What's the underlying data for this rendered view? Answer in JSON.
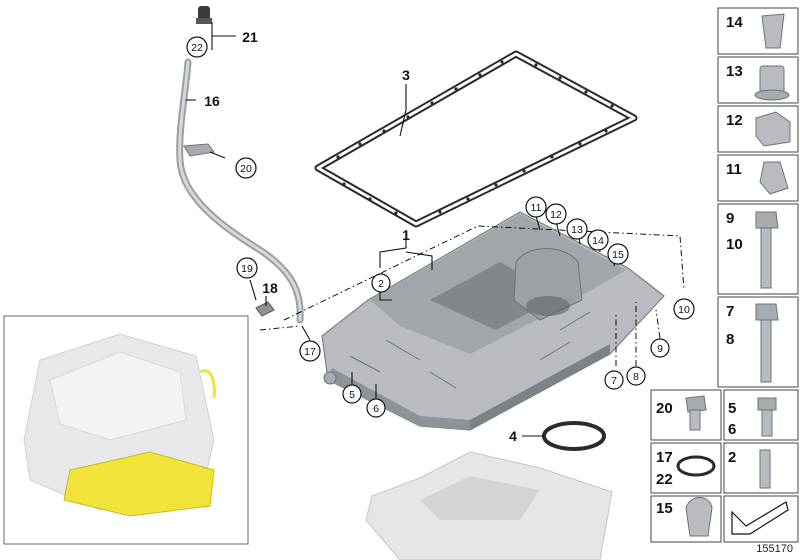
{
  "diagram": {
    "image_id": "155170",
    "colors": {
      "part_gray": "#b8bcc0",
      "part_dark": "#8e9398",
      "highlight_yellow": "#f2e33a",
      "gasket": "#2a2a2a"
    },
    "main_callouts": [
      {
        "num": "1",
        "style": "plain"
      },
      {
        "num": "2",
        "style": "circle"
      },
      {
        "num": "3",
        "style": "plain"
      },
      {
        "num": "4",
        "style": "plain"
      },
      {
        "num": "5",
        "style": "circle"
      },
      {
        "num": "6",
        "style": "circle"
      },
      {
        "num": "7",
        "style": "circle"
      },
      {
        "num": "8",
        "style": "circle"
      },
      {
        "num": "9",
        "style": "circle"
      },
      {
        "num": "10",
        "style": "circle"
      },
      {
        "num": "11",
        "style": "circle"
      },
      {
        "num": "12",
        "style": "circle"
      },
      {
        "num": "13",
        "style": "circle"
      },
      {
        "num": "14",
        "style": "circle"
      },
      {
        "num": "15",
        "style": "circle"
      },
      {
        "num": "16",
        "style": "plain"
      },
      {
        "num": "17",
        "style": "circle"
      },
      {
        "num": "18",
        "style": "plain"
      },
      {
        "num": "19",
        "style": "circle"
      },
      {
        "num": "20",
        "style": "circle"
      },
      {
        "num": "21",
        "style": "plain"
      },
      {
        "num": "22",
        "style": "circle"
      }
    ],
    "legend_panels": [
      {
        "labels": [
          "14"
        ],
        "part": "sleeve-short"
      },
      {
        "labels": [
          "13"
        ],
        "part": "bushing"
      },
      {
        "labels": [
          "12"
        ],
        "part": "bracket"
      },
      {
        "labels": [
          "11"
        ],
        "part": "clip"
      },
      {
        "labels": [
          "9",
          "10"
        ],
        "part": "long-bolt"
      },
      {
        "labels": [
          "7",
          "8"
        ],
        "part": "medium-bolt"
      },
      {
        "labels": [
          "20"
        ],
        "part": "short-screw"
      },
      {
        "labels": [
          "5",
          "6"
        ],
        "part": "screw"
      },
      {
        "labels": [
          "17",
          "22"
        ],
        "part": "o-ring"
      },
      {
        "labels": [
          "2"
        ],
        "part": "stud"
      },
      {
        "labels": [
          "15"
        ],
        "part": "guide-tube"
      },
      {
        "labels": [],
        "part": "arrow-symbol"
      }
    ]
  }
}
